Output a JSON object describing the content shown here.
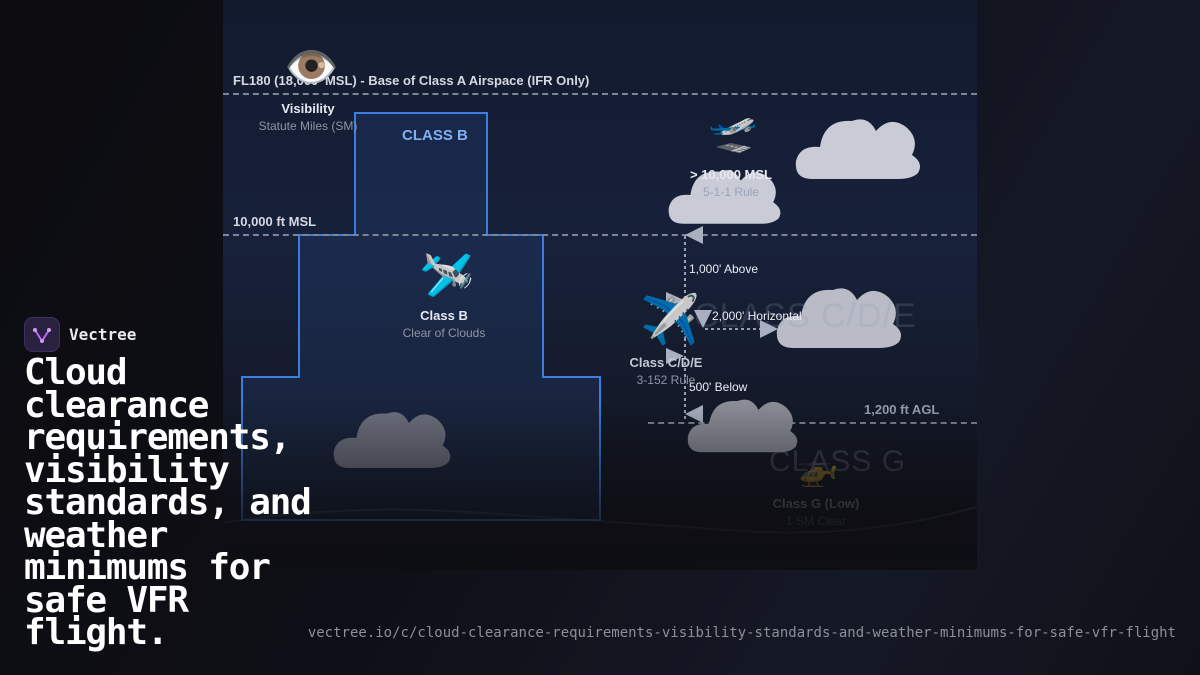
{
  "diagram": {
    "lines": {
      "fl180": "FL180 (18,000' MSL) - Base of Class A Airspace (IFR Only)",
      "msl10000": "10,000 ft MSL",
      "agl1200": "1,200 ft AGL"
    },
    "visibility": {
      "icon": "eye-icon",
      "title": "Visibility",
      "subtitle": "Statute Miles (SM)"
    },
    "class_b_header": "CLASS B",
    "class_b": {
      "icon": "airplane-icon",
      "title": "Class B",
      "subtitle": "Clear of Clouds"
    },
    "high_altitude": {
      "icon": "jet-icon",
      "title": "> 10,000 MSL",
      "subtitle": "5-1-1 Rule"
    },
    "class_cde": {
      "icon": "airplane-icon",
      "title": "Class C/D/E",
      "subtitle": "3-152 Rule",
      "watermark": "CLASS C/D/E"
    },
    "clearances": {
      "above": "1,000' Above",
      "horizontal": "2,000' Horizontal",
      "below": "500' Below"
    },
    "class_g": {
      "icon": "helicopter-icon",
      "title": "Class G (Low)",
      "subtitle": "1 SM Clear",
      "watermark": "CLASS G"
    },
    "colors": {
      "class_b_outline": "#3b7de0",
      "class_b_header": "#7fb0f5",
      "cloud": "#c9ccd6"
    }
  },
  "brand": {
    "name": "Vectree",
    "logo_icon": "vectree-logo-icon"
  },
  "headline": "Cloud clearance requirements, visibility standards, and weather minimums for safe VFR flight.",
  "url": "vectree.io/c/cloud-clearance-requirements-visibility-standards-and-weather-minimums-for-safe-vfr-flight"
}
